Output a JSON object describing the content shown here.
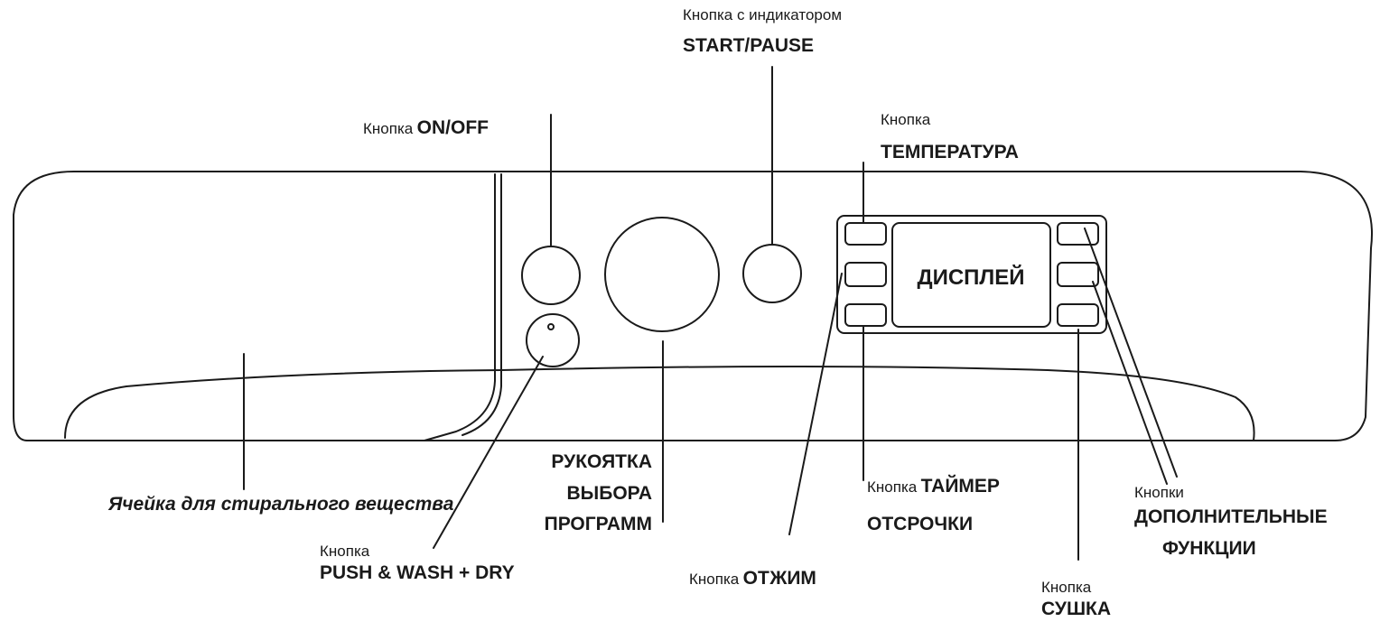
{
  "labels": {
    "start_pause": {
      "prefix": "Кнопка с индикатором",
      "name": "START/PAUSE"
    },
    "on_off": {
      "prefix": "Кнопка",
      "name": "ON/OFF"
    },
    "temperature": {
      "prefix": "Кнопка",
      "name": "ТЕМПЕРАТУРА"
    },
    "display": "ДИСПЛЕЙ",
    "detergent": "Ячейка для стирального вещества",
    "push_wash": {
      "prefix": "Кнопка",
      "name": "PUSH & WASH + DRY"
    },
    "program_knob": {
      "line1": "РУКОЯТКА",
      "line2": "ВЫБОРА",
      "line3": "ПРОГРАММ"
    },
    "spin": {
      "prefix": "Кнопка",
      "name": "ОТЖИМ"
    },
    "timer": {
      "prefix": "Кнопка",
      "name1": "ТАЙМЕР",
      "name2": "ОТСРОЧКИ"
    },
    "extra": {
      "prefix": "Кнопки",
      "name1": "ДОПОЛНИТЕЛЬНЫЕ",
      "name2": "ФУНКЦИИ"
    },
    "drying": {
      "prefix": "Кнопка",
      "name": "СУШКА"
    }
  }
}
